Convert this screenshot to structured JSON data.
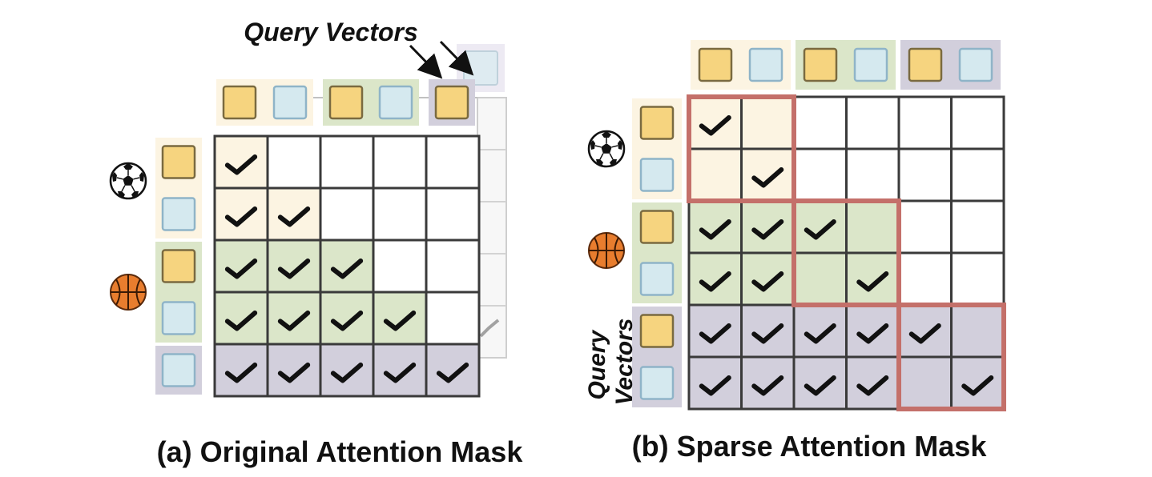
{
  "colors": {
    "yellow_token": "#f6d47f",
    "blue_token": "#d5e9ef",
    "group1_bg": "#fcf4e2",
    "group2_bg": "#dbe6c9",
    "group3_bg": "#d2cfdc",
    "grid_line": "#3a3a3a",
    "sparse_block": "#c4706a",
    "check": "#111111"
  },
  "icons": [
    "soccer-ball-icon",
    "basketball-icon",
    "checkmark-icon",
    "arrow-icon"
  ],
  "panel_a": {
    "caption": "(a) Original Attention Mask",
    "annotation": "Query Vectors",
    "column_tokens": [
      "yellow",
      "blue",
      "yellow",
      "blue",
      "yellow"
    ],
    "column_groups": [
      1,
      1,
      2,
      2,
      3
    ],
    "row_tokens": [
      "yellow",
      "blue",
      "yellow",
      "blue",
      "blue"
    ],
    "row_groups": [
      1,
      1,
      2,
      2,
      3
    ],
    "mask": [
      [
        1,
        0,
        0,
        0,
        0
      ],
      [
        1,
        1,
        0,
        0,
        0
      ],
      [
        1,
        1,
        1,
        0,
        0
      ],
      [
        1,
        1,
        1,
        1,
        0
      ],
      [
        1,
        1,
        1,
        1,
        1
      ]
    ]
  },
  "panel_b": {
    "caption": "(b) Sparse Attention Mask",
    "annotation": "Query Vectors",
    "column_tokens": [
      "yellow",
      "blue",
      "yellow",
      "blue",
      "yellow",
      "blue"
    ],
    "column_groups": [
      1,
      1,
      2,
      2,
      3,
      3
    ],
    "row_tokens": [
      "yellow",
      "blue",
      "yellow",
      "blue",
      "yellow",
      "blue"
    ],
    "row_groups": [
      1,
      1,
      2,
      2,
      3,
      3
    ],
    "mask": [
      [
        1,
        0,
        0,
        0,
        0,
        0
      ],
      [
        0,
        1,
        0,
        0,
        0,
        0
      ],
      [
        1,
        1,
        1,
        0,
        0,
        0
      ],
      [
        1,
        1,
        0,
        1,
        0,
        0
      ],
      [
        1,
        1,
        1,
        1,
        1,
        0
      ],
      [
        1,
        1,
        1,
        1,
        0,
        1
      ]
    ]
  }
}
